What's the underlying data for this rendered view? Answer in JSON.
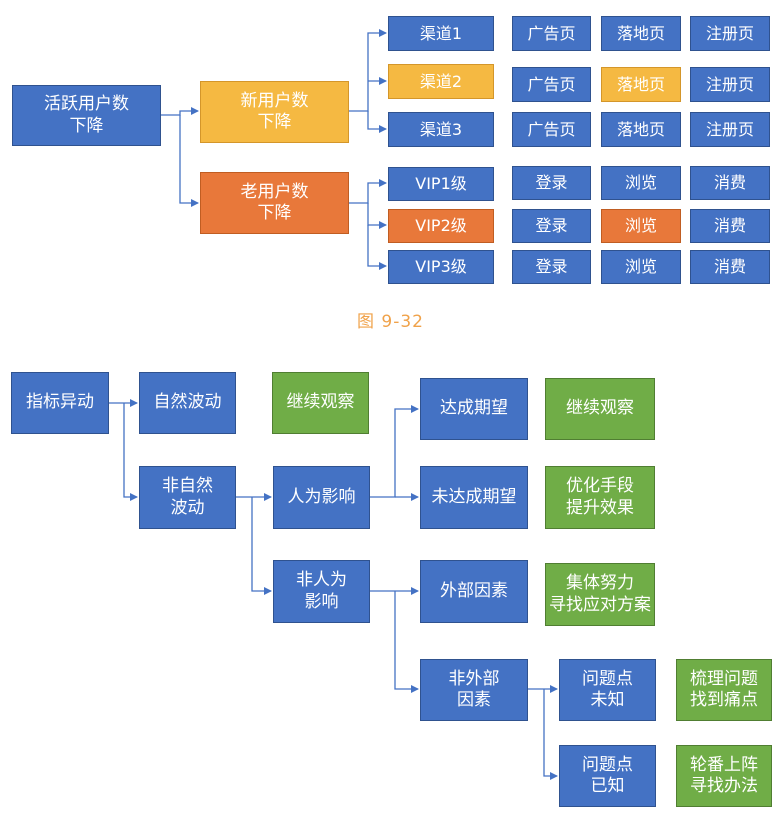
{
  "diagram1": {
    "root": "活跃用户数\n下降",
    "new_users": "新用户数\n下降",
    "old_users": "老用户数\n下降",
    "channels": [
      "渠道1",
      "渠道2",
      "渠道3"
    ],
    "vip_levels": [
      "VIP1级",
      "VIP2级",
      "VIP3级"
    ],
    "channel_steps": [
      "广告页",
      "落地页",
      "注册页"
    ],
    "vip_steps": [
      "登录",
      "浏览",
      "消费"
    ]
  },
  "caption": "图 9-32",
  "diagram2": {
    "root": "指标异动",
    "natural": "自然波动",
    "natural_action": "继续观察",
    "non_natural": "非自然\n波动",
    "human": "人为影响",
    "met": "达成期望",
    "met_action": "继续观察",
    "not_met": "未达成期望",
    "not_met_action": "优化手段\n提升效果",
    "non_human": "非人为\n影响",
    "external": "外部因素",
    "external_action": "集体努力\n寻找应对方案",
    "non_external": "非外部\n因素",
    "unknown": "问题点\n未知",
    "unknown_action": "梳理问题\n找到痛点",
    "known": "问题点\n已知",
    "known_action": "轮番上阵\n寻找办法"
  },
  "colors": {
    "blue": "#4472c4",
    "yellow": "#f5b942",
    "orange": "#e8783a",
    "green": "#70ad47",
    "caption": "#f0a24a"
  }
}
